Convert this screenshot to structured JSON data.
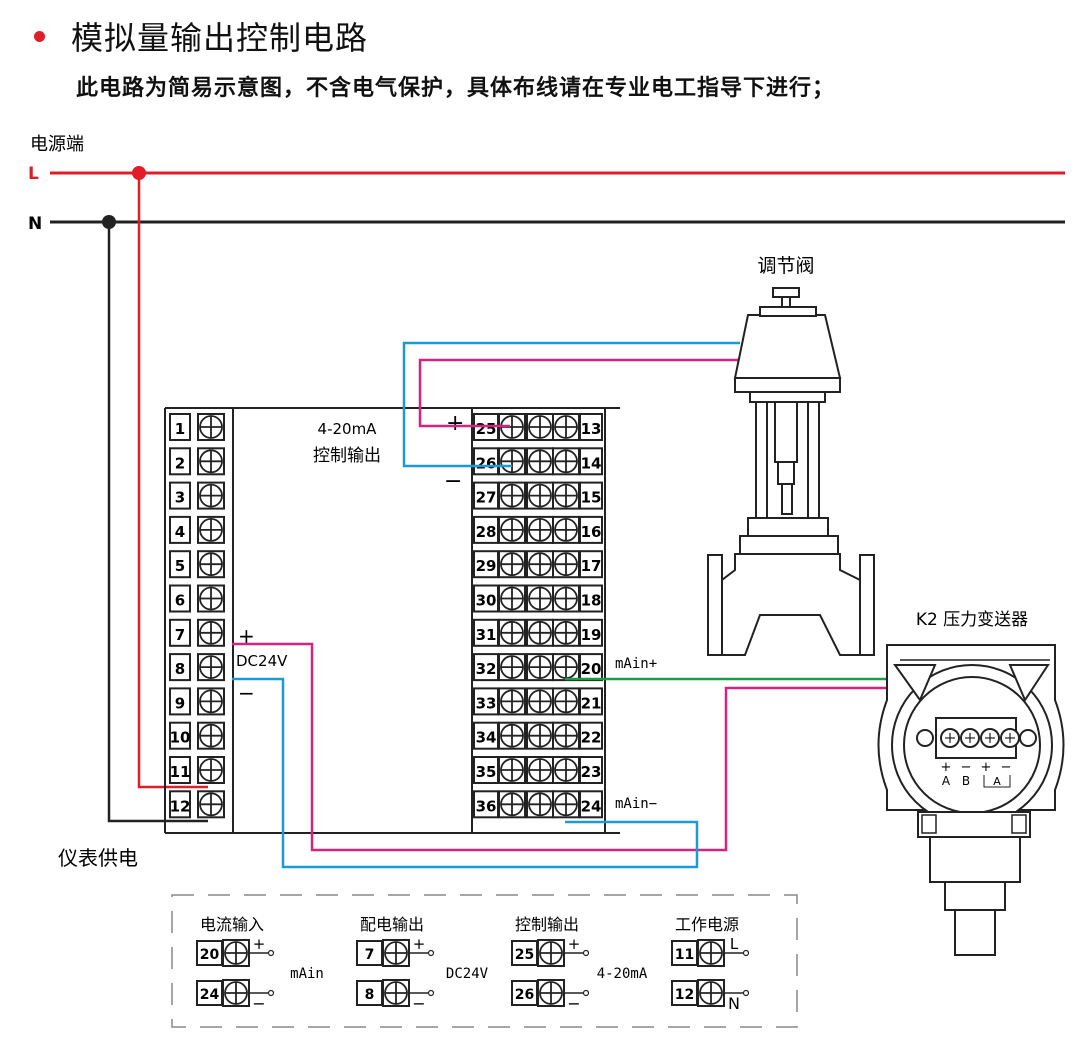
{
  "header": {
    "title": "模拟量输出控制电路",
    "subtitle": "此电路为简易示意图，不含电气保护，具体布线请在专业电工指导下进行；"
  },
  "power": {
    "label": "电源端",
    "line_l": "L",
    "line_n": "N"
  },
  "valve": {
    "label": "调节阀"
  },
  "transmitter": {
    "label": "K2 压力变送器",
    "plus": "+",
    "minus": "−",
    "label_a": "A",
    "label_b": "B",
    "label_ab": "A"
  },
  "controller": {
    "left_terminals": [
      "1",
      "2",
      "3",
      "4",
      "5",
      "6",
      "7",
      "8",
      "9",
      "10",
      "11",
      "12"
    ],
    "mid_terminals": [
      "25",
      "26",
      "27",
      "28",
      "29",
      "30",
      "31",
      "32",
      "33",
      "34",
      "35",
      "36"
    ],
    "right_terminals": [
      "13",
      "14",
      "15",
      "16",
      "17",
      "18",
      "19",
      "20",
      "21",
      "22",
      "23",
      "24"
    ],
    "output_label_1": "4-20mA",
    "output_label_2": "控制输出",
    "plus": "+",
    "minus": "−",
    "dc_label": "DC24V",
    "ma_in_plus": "mAin+",
    "ma_in_minus": "mAin−",
    "supply_label": "仪表供电"
  },
  "colors": {
    "line_l": "#e01e2a",
    "line_n": "#222222",
    "control_output": "#1a9ad6",
    "dc24v": "#d6237f",
    "signal_input": "#1e9b4a"
  },
  "legend": {
    "groups": [
      {
        "title": "电流输入",
        "t1": "20",
        "t2": "24",
        "s1": "+",
        "s2": "−",
        "label": "mAin"
      },
      {
        "title": "配电输出",
        "t1": "7",
        "t2": "8",
        "s1": "+",
        "s2": "−",
        "label": "DC24V"
      },
      {
        "title": "控制输出",
        "t1": "25",
        "t2": "26",
        "s1": "+",
        "s2": "−",
        "label": "4-20mA"
      },
      {
        "title": "工作电源",
        "t1": "11",
        "t2": "12",
        "s1": "L",
        "s2": "N",
        "label": ""
      }
    ]
  }
}
